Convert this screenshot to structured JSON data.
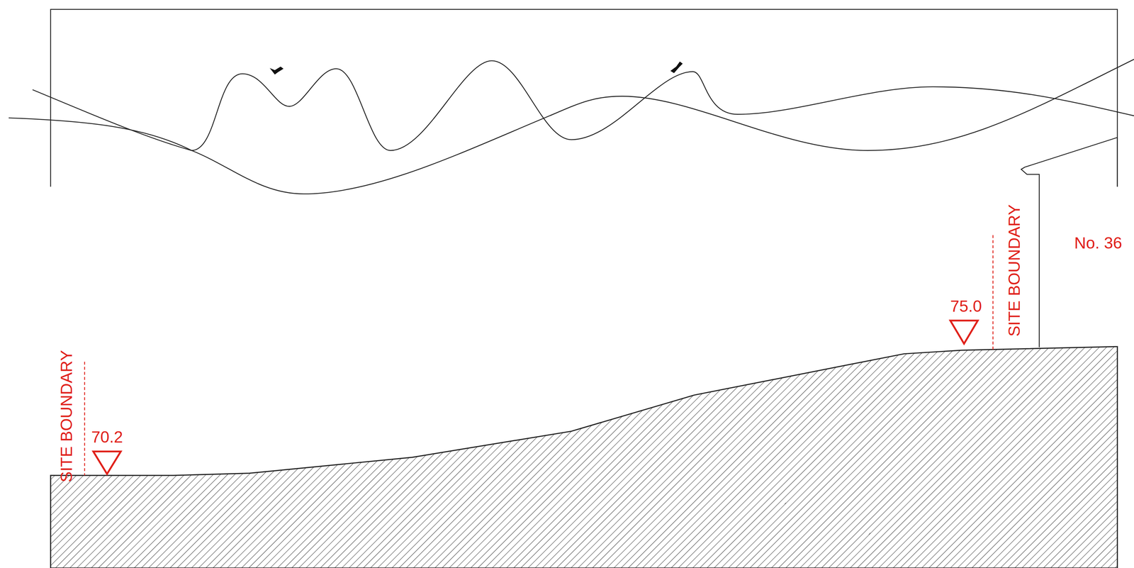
{
  "diagram": {
    "labels": [
      "SITE BOUNDARY",
      "70.2",
      "SITE BOUNDARY",
      "75.0",
      "No. 36"
    ]
  }
}
